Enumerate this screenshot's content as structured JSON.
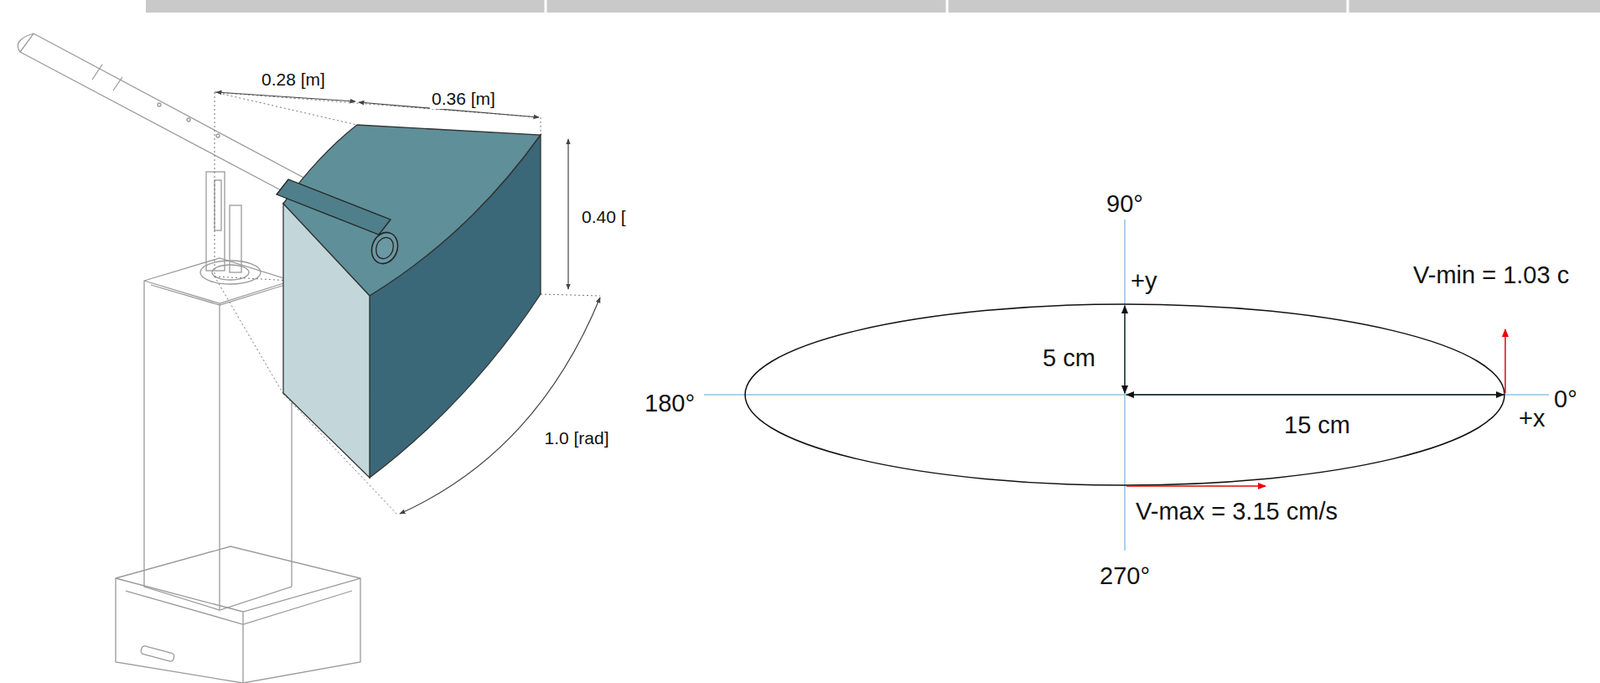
{
  "diagram": {
    "labels": [
      "0.28 [m]",
      "0.36 [m]",
      "0.40 [",
      "1.0 [rad]",
      "90°",
      "+y",
      "5 cm",
      "180°",
      "15 cm",
      "+x",
      "0°",
      "V-min = 1.03 c",
      "V-max = 3.15 cm/s",
      "270°"
    ]
  }
}
